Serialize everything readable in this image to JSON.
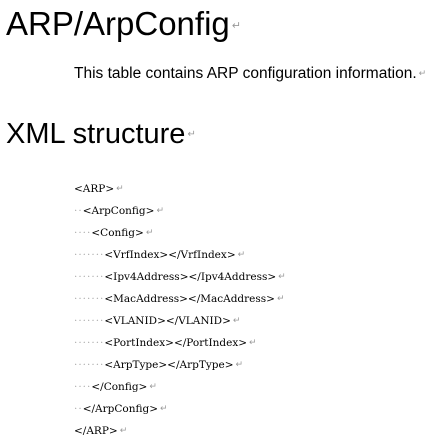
{
  "title": "ARP/ArpConfig",
  "description": "This table contains ARP configuration information.",
  "section_title": "XML structure",
  "paragraph_mark": "↵",
  "xml_lines": [
    "<ARP>",
    "<ArpConfig>",
    "<Config>",
    "<VrfIndex></VrfIndex>",
    "<Ipv4Address></Ipv4Address>",
    "<MacAddress></MacAddress>",
    "<VLANID></VLANID>",
    "<PortIndex></PortIndex>",
    "<ArpType></ArpType>",
    "</Config>",
    "</ArpConfig>",
    "</ARP>"
  ]
}
